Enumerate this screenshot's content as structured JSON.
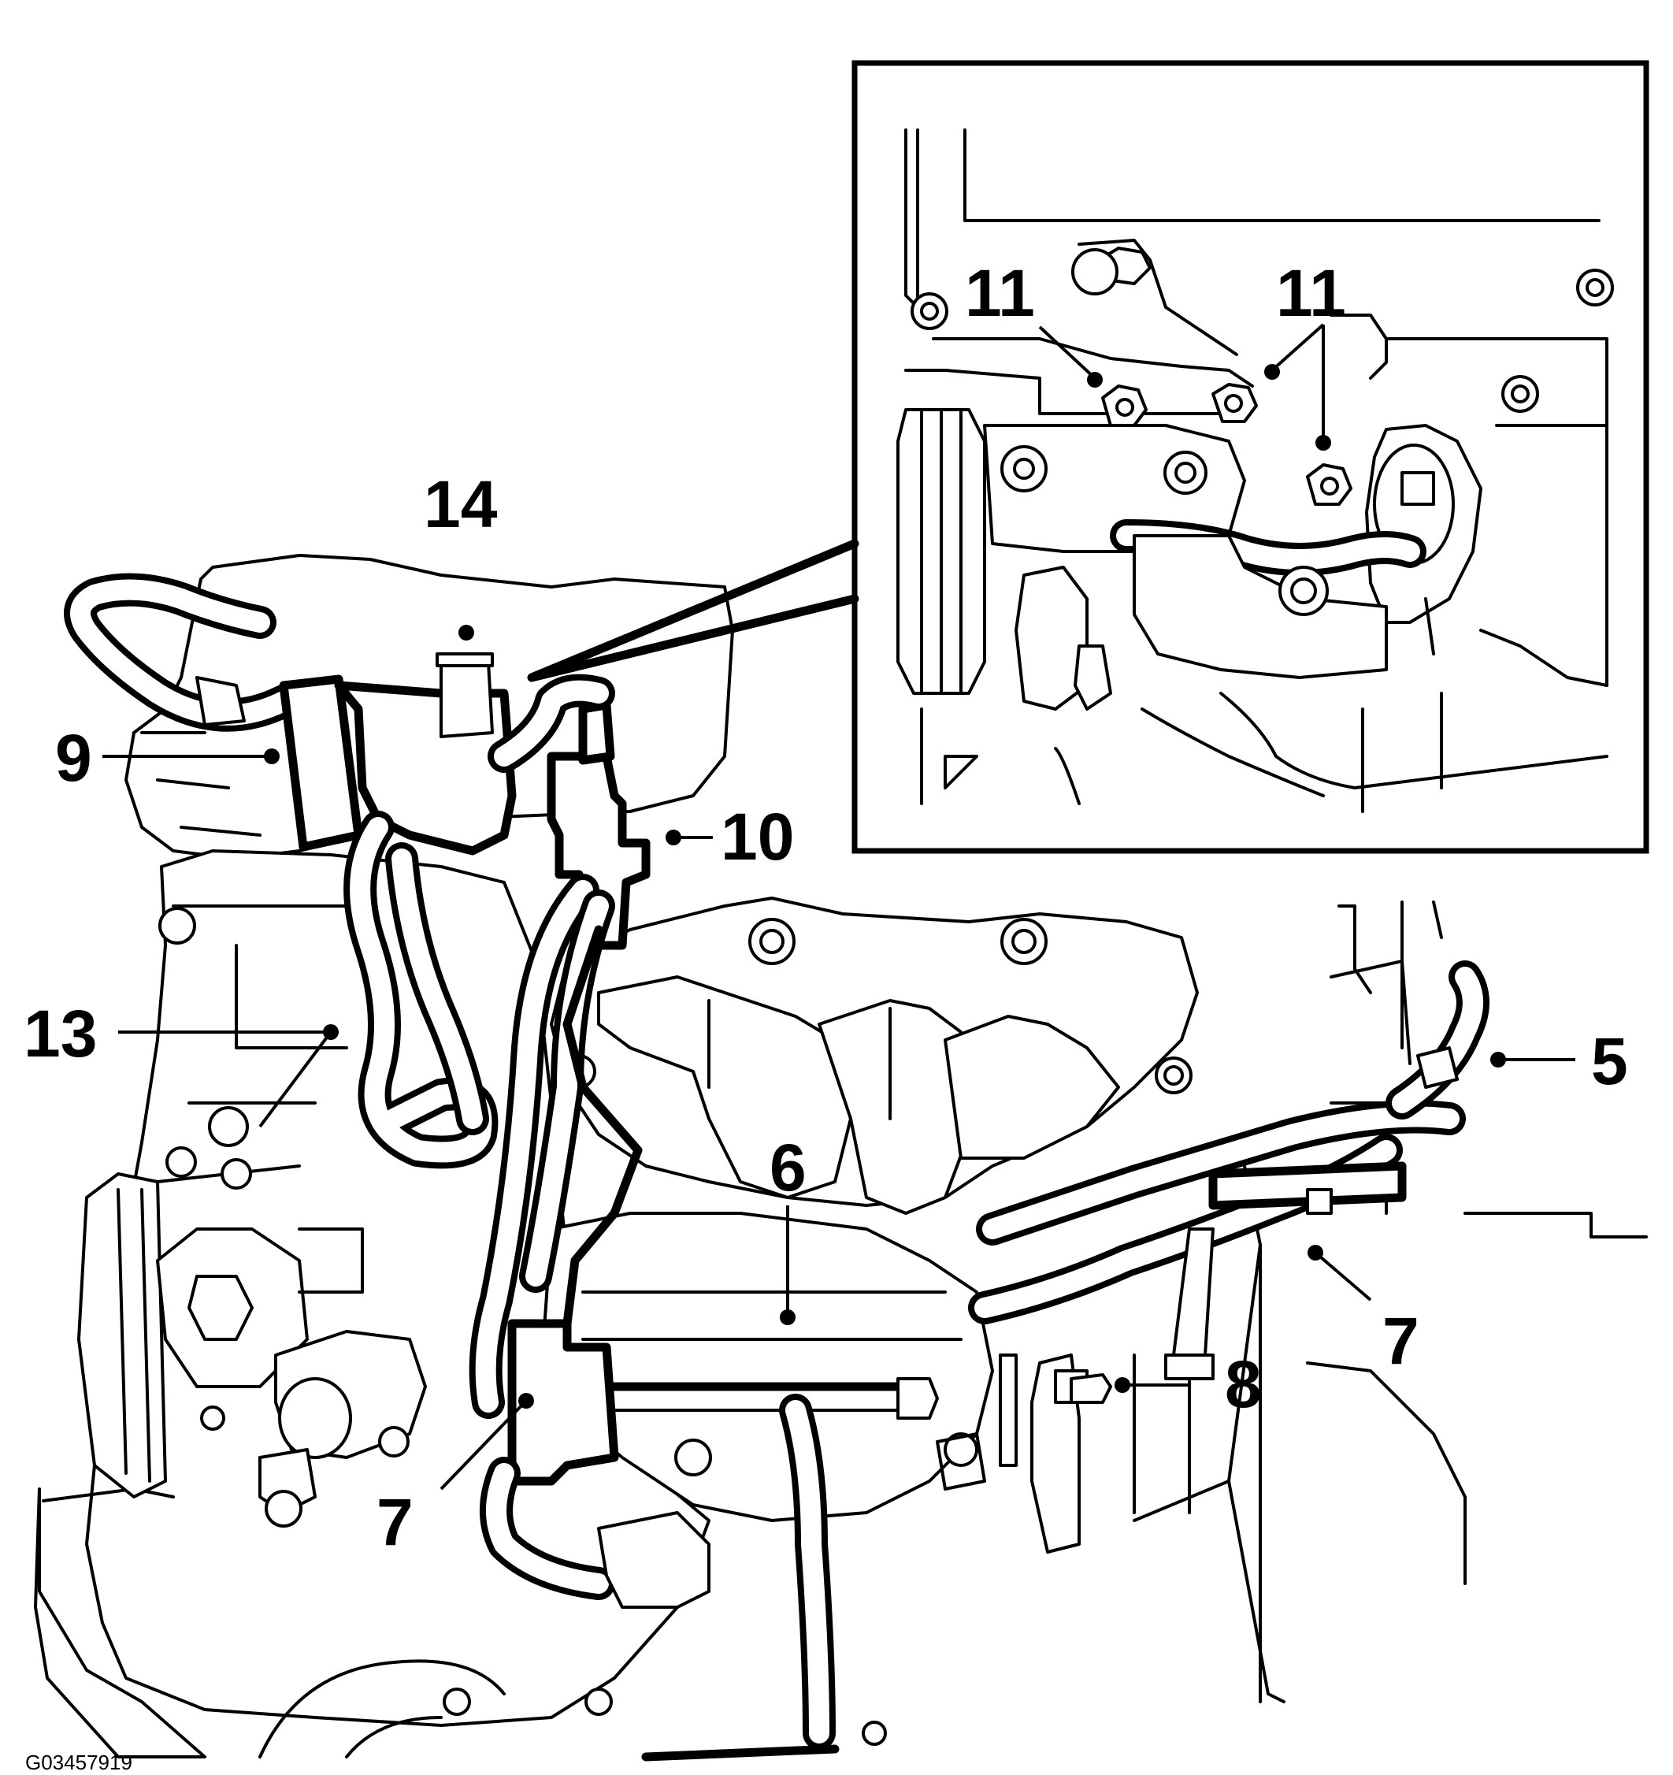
{
  "figure_id": "G03457919",
  "callouts": {
    "c14": "14",
    "c9": "9",
    "c10": "10",
    "c13": "13",
    "c6": "6",
    "c5": "5",
    "c7a": "7",
    "c7b": "7",
    "c8": "8",
    "c11a": "11",
    "c11b": "11"
  }
}
